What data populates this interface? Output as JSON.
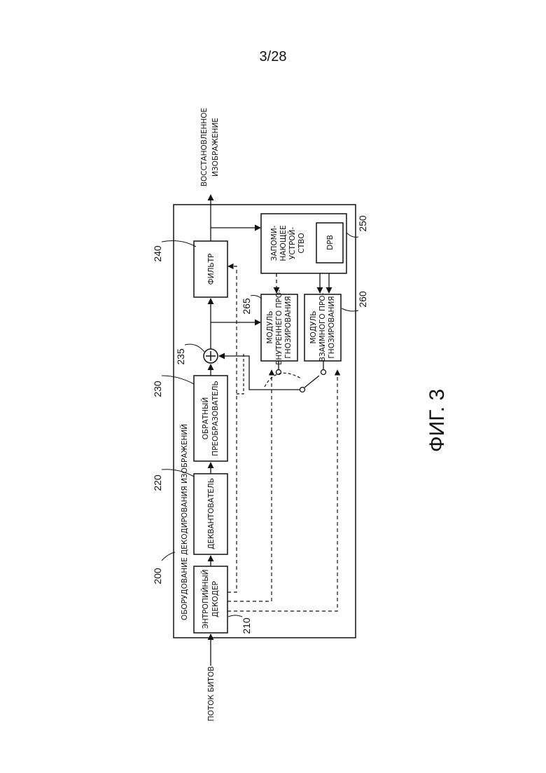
{
  "page_number": "3/28",
  "figure_caption": "ФИГ. 3",
  "diagram": {
    "input_label": "ПОТОК БИТОВ",
    "output_label": [
      "ВОССТАНОВЛЕННОЕ",
      "ИЗОБРАЖЕНИЕ"
    ],
    "outer_box": {
      "ref": "200",
      "title": "ОБОРУДОВАНИЕ ДЕКОДИРОВАНИЯ ИЗОБРАЖЕНИЙ"
    },
    "entropy_decoder": {
      "ref": "210",
      "lines": [
        "ЭНТРОПИЙНЫЙ",
        "ДЕКОДЕР"
      ]
    },
    "dequantizer": {
      "ref": "220",
      "lines": [
        "ДЕКВАНТОВАТЕЛЬ"
      ]
    },
    "inverse_transformer": {
      "ref": "230",
      "lines": [
        "ОБРАТНЫЙ",
        "ПРЕОБРАЗОВАТЕЛЬ"
      ]
    },
    "adder": {
      "ref": "235",
      "symbol": "+"
    },
    "filter": {
      "ref": "240",
      "lines": [
        "ФИЛЬТР"
      ]
    },
    "intra_prediction": {
      "ref": "265",
      "lines": [
        "МОДУЛЬ",
        "ВНУТРЕННЕГО ПРО-",
        "ГНОЗИРОВАНИЯ"
      ]
    },
    "inter_prediction": {
      "ref": "260",
      "lines": [
        "МОДУЛЬ",
        "ВЗАИМНОГО ПРО-",
        "ГНОЗИРОВАНИЯ"
      ]
    },
    "memory": {
      "ref": "250",
      "lines": [
        "ЗАПОМИ-",
        "НАЮЩЕЕ",
        "УСТРОЙ-",
        "СТВО"
      ],
      "inner_label": "DPB"
    }
  }
}
